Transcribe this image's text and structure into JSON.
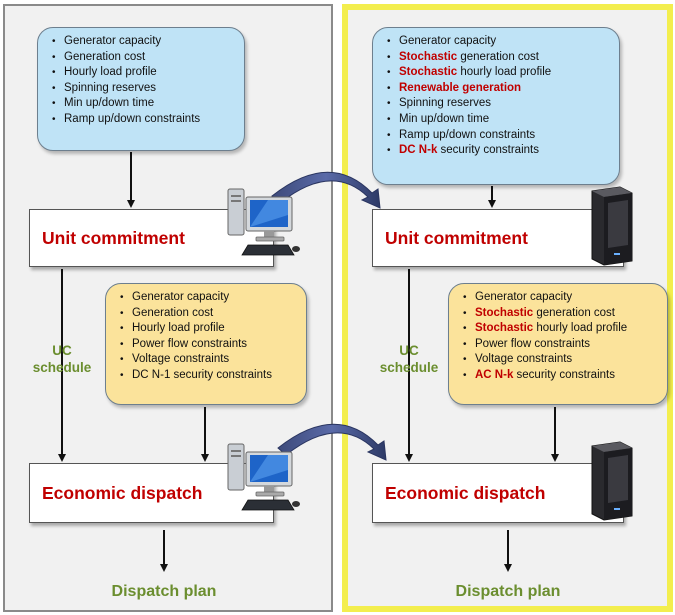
{
  "left": {
    "top_box": [
      "Generator capacity",
      "Generation cost",
      "Hourly load profile",
      "Spinning reserves",
      "Min up/down time",
      "Ramp up/down constraints"
    ],
    "stage1": "Unit commitment",
    "uc_schedule": [
      "UC",
      "schedule"
    ],
    "mid_box": [
      "Generator capacity",
      "Generation cost",
      "Hourly load profile",
      "Power flow constraints",
      "Voltage constraints",
      "DC N-1 security constraints"
    ],
    "stage2": "Economic dispatch",
    "output": "Dispatch plan"
  },
  "right": {
    "top_box": [
      {
        "em": "",
        "rest": "Generator capacity"
      },
      {
        "em": "Stochastic",
        "rest": " generation cost"
      },
      {
        "em": "Stochastic",
        "rest": " hourly load profile"
      },
      {
        "em": "Renewable generation",
        "rest": ""
      },
      {
        "em": "",
        "rest": "Spinning reserves"
      },
      {
        "em": "",
        "rest": "Min up/down time"
      },
      {
        "em": "",
        "rest": "Ramp up/down constraints"
      },
      {
        "em": "DC N-k",
        "rest": " security constraints"
      }
    ],
    "stage1": "Unit commitment",
    "uc_schedule": [
      "UC",
      "schedule"
    ],
    "mid_box": [
      {
        "em": "",
        "rest": "Generator capacity"
      },
      {
        "em": "Stochastic",
        "rest": " generation cost"
      },
      {
        "em": "Stochastic",
        "rest": " hourly load profile"
      },
      {
        "em": "",
        "rest": "Power flow constraints"
      },
      {
        "em": "",
        "rest": "Voltage constraints"
      },
      {
        "em": "AC N-k",
        "rest": " security constraints"
      }
    ],
    "stage2": "Economic dispatch",
    "output": "Dispatch plan"
  },
  "icons": {
    "left": "desktop-computer-icon",
    "right": "server-tower-icon"
  },
  "colors": {
    "emphasis": "#c00000",
    "output_text": "#6b8e2f",
    "blue_box": "#bfe3f6",
    "yellow_box": "#fbe39b",
    "right_panel_border": "#f3ee4e"
  }
}
